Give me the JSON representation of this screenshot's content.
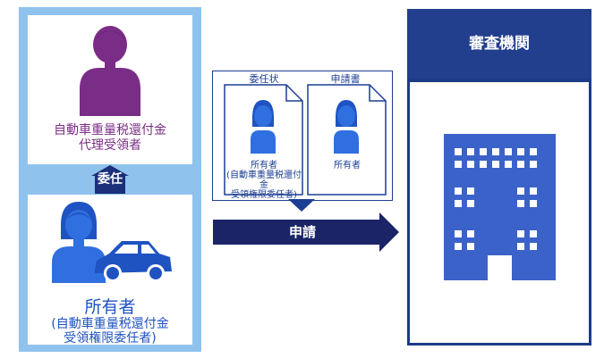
{
  "agent": {
    "label_line1": "自動車重量税還付金",
    "label_line2": "代理受領者"
  },
  "delegation": {
    "label": "委任"
  },
  "owner": {
    "label_main": "所有者",
    "label_sub1": "(自動車重量税還付金",
    "label_sub2": "受領権限委任者)"
  },
  "documents": {
    "power_of_attorney": {
      "title": "委任状",
      "caption1": "所有者",
      "caption2": "(自動車重量税還付金",
      "caption3": "受領権限委任者)"
    },
    "application": {
      "title": "申請書",
      "caption1": "所有者"
    }
  },
  "submission": {
    "label": "申請"
  },
  "agency": {
    "title": "審査機関"
  },
  "colors": {
    "light_blue": "#8fc3ee",
    "purple": "#7a2d86",
    "blue": "#1f53c1",
    "navy": "#1b3b86"
  }
}
